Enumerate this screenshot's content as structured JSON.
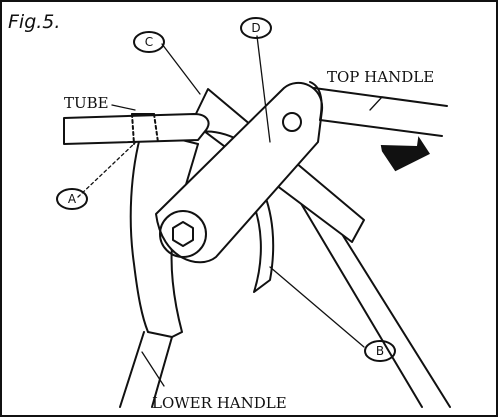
{
  "figure": {
    "caption": "Fig.5.",
    "labels": {
      "tube": "TUBE",
      "top_handle": "TOP HANDLE",
      "lower_handle": "LOWER HANDLE"
    },
    "callouts": {
      "a": "A",
      "b": "B",
      "c": "C",
      "d": "D"
    },
    "arrow_icon": "down-arrow-icon"
  }
}
